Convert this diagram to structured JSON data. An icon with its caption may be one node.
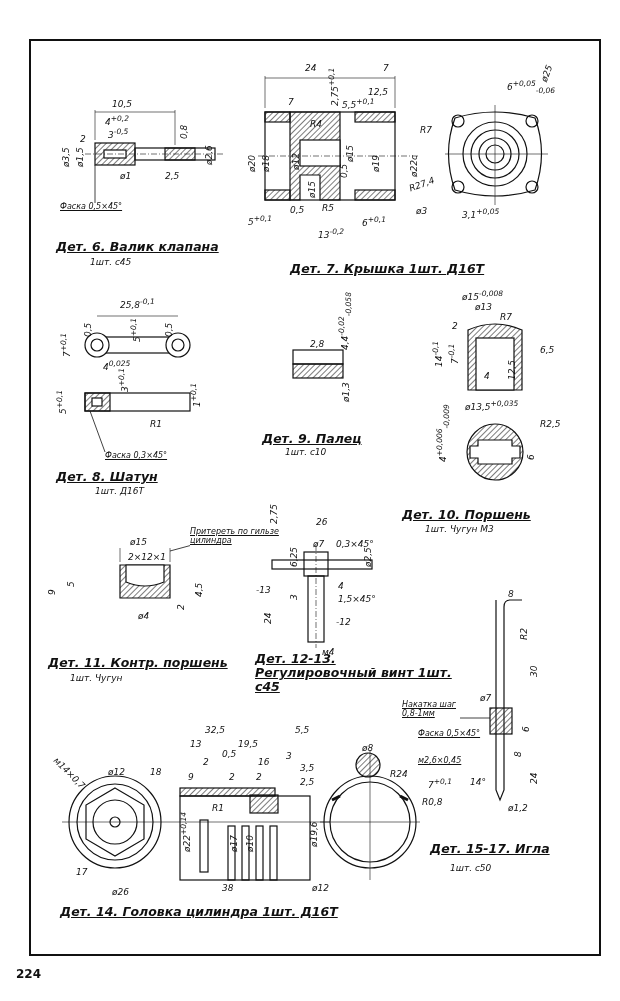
{
  "diagram": {
    "nodes": [
      {
        "text": [
          "Фаска 0,5×45°"
        ]
      },
      {
        "text": [
          "Фаска 0,3×45°"
        ]
      },
      {
        "text": [
          "Притереть по гильзе цилиндра"
        ]
      },
      {
        "text": [
          "Накатка шаг 0,8-1мм"
        ]
      },
      {
        "text": [],
        "shape": "picture"
      },
      {
        "text": [],
        "shape": "picture"
      },
      {
        "text": [],
        "shape": "picture"
      },
      {
        "text": [],
        "shape": "picture"
      }
    ],
    "edges": [
      {
        "from": 0,
        "to": 4,
        "arrow": "none"
      },
      {
        "from": 1,
        "to": 5,
        "arrow": "none"
      },
      {
        "from": 2,
        "to": 6,
        "arrow": "none"
      },
      {
        "from": 3,
        "to": 7,
        "arrow": "none"
      }
    ],
    "labels": [
      "10,5",
      "4$^{+0,2}$",
      "3$^{-0,5}$",
      "2",
      "0,8",
      "ø3,5",
      "ø1,5",
      "ø2,6",
      "ø1",
      "2,5",
      "Дет. 6. Валик клапана",
      "1шт. с45",
      "24",
      "7",
      "12,5",
      "7",
      "5,5$^{+0,1}$",
      "2,75$^{+0,1}$",
      "R4",
      "ø20",
      "ø18",
      "ø12",
      "ø15",
      "0,5",
      "ø19",
      "ø22с",
      "0,5",
      "ø15",
      "R5",
      "5$^{+0,1}$",
      "6$^{+0,1}$",
      "13$^{-0,2}$",
      "Дет. 7. Крышка 1шт. Д16Т",
      "ø25",
      "6$^{+0,05}$$_{-0,06}$",
      "R7",
      "R27,4",
      "ø3",
      "3,1$^{+0,05}$",
      "25,8$^{-0,1}$",
      "0,5",
      "5$^{+0,1}$",
      "0,5",
      "7$^{+0,1}$",
      "4$^{0,025}$",
      "5$^{+0,1}$",
      "3$^{+0,1}$",
      "1$^{+0,1}$",
      "R1",
      "Дет. 8. Шатун",
      "1шт. Д16Т",
      "2,8",
      "4,4$^{-0,02}$$_{-0,058}$",
      "ø1,3",
      "Дет. 9. Палец",
      "1шт. с10",
      "ø15$^{-0,008}$",
      "ø13",
      "R7",
      "2",
      "14$^{-0,1}$",
      "7$^{-0,1}$",
      "6,5",
      "4",
      "12,5",
      "ø13,5$^{+0,035}$",
      "R2,5",
      "4$^{+0,006}$$_{-0,009}$",
      "6",
      "Дет. 10. Поршень",
      "1шт. Чугун М3",
      "ø15",
      "2×12×1",
      "9",
      "5",
      "2",
      "4,5",
      "ø4",
      "Дет. 11. Контр. поршень",
      "1шт. Чугун",
      "2,75",
      "26",
      "6,25",
      "ø7",
      "0,3×45°",
      "ø2,5",
      "4",
      "-13",
      "3",
      "1,5×45°",
      "-12",
      "24",
      "м4",
      "Дет. 12-13. Регулировочный винт 1шт. с45",
      "м14×0,7",
      "ø12",
      "18",
      "32,5",
      "5,5",
      "13",
      "19,5",
      "2",
      "0,5",
      "16",
      "3",
      "3,5",
      "9",
      "2",
      "2",
      "2,5",
      "R1",
      "ø22$^{+0,14}$",
      "ø17",
      "ø10",
      "ø19,6",
      "17",
      "ø26",
      "38",
      "ø12",
      "ø8",
      "R24",
      "7$^{+0,1}$",
      "Дет. 14. Головка цилиндра 1шт. Д16Т",
      "8",
      "R2",
      "30",
      "ø7",
      "Фаска 0,5×45°",
      "6",
      "8",
      "24",
      "м2,6×0,45",
      "14°",
      "R0,8",
      "ø1,2",
      "Дет. 15-17. Игла",
      "1шт. с50",
      "224"
    ]
  }
}
